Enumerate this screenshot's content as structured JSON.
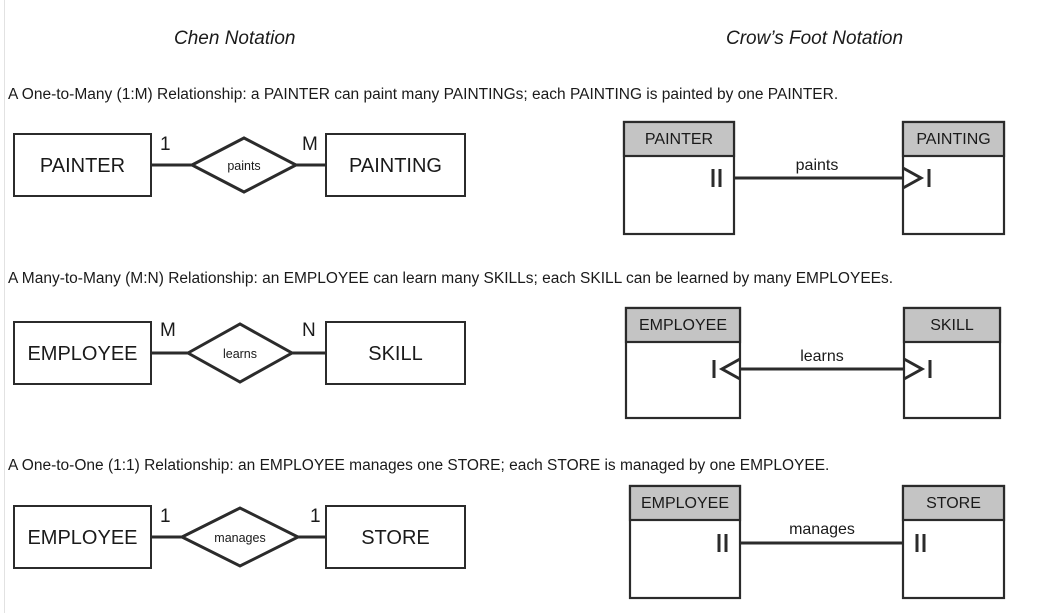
{
  "headings": {
    "chen": "Chen Notation",
    "crows_foot": "Crow’s Foot Notation"
  },
  "rows": [
    {
      "sentence": "A One-to-Many (1:M) Relationship: a PAINTER can paint many PAINTINGs; each PAINTING is painted by one PAINTER.",
      "chen": {
        "left_entity": "PAINTER",
        "relationship": "paints",
        "right_entity": "PAINTING",
        "left_cardinality": "1",
        "right_cardinality": "M"
      },
      "crows_foot": {
        "left_entity": "PAINTER",
        "relationship": "paints",
        "right_entity": "PAINTING",
        "left_end": "one",
        "right_end": "many"
      }
    },
    {
      "sentence": "A Many-to-Many (M:N) Relationship: an EMPLOYEE can learn many SKILLs; each SKILL can be learned by many EMPLOYEEs.",
      "chen": {
        "left_entity": "EMPLOYEE",
        "relationship": "learns",
        "right_entity": "SKILL",
        "left_cardinality": "M",
        "right_cardinality": "N"
      },
      "crows_foot": {
        "left_entity": "EMPLOYEE",
        "relationship": "learns",
        "right_entity": "SKILL",
        "left_end": "many",
        "right_end": "many"
      }
    },
    {
      "sentence": "A One-to-One (1:1) Relationship: an EMPLOYEE manages one STORE; each STORE is managed by one EMPLOYEE.",
      "chen": {
        "left_entity": "EMPLOYEE",
        "relationship": "manages",
        "right_entity": "STORE",
        "left_cardinality": "1",
        "right_cardinality": "1"
      },
      "crows_foot": {
        "left_entity": "EMPLOYEE",
        "relationship": "manages",
        "right_entity": "STORE",
        "left_end": "one",
        "right_end": "one"
      }
    }
  ]
}
